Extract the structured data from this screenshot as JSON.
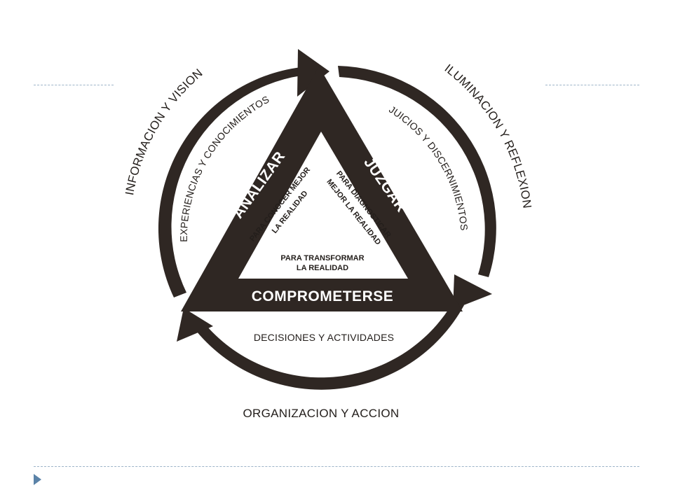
{
  "diagram": {
    "outer_labels": {
      "left": "INFORMACION Y VISION",
      "right": "ILUMINACION Y REFLEXION",
      "bottom": "ORGANIZACION Y ACCION"
    },
    "middle_labels": {
      "left": "EXPERIENCIAS Y CONOCIMIENTOS",
      "right": "JUICIOS Y DISCERNIMIENTOS",
      "bottom": "DECISIONES Y ACTIVIDADES"
    },
    "triangle_sides": {
      "left": "ANALIZAR",
      "right": "JUZGAR",
      "bottom": "COMPROMETERSE"
    },
    "inner_labels": {
      "left_line1": "PARA CONOCER MEJOR",
      "left_line2": "LA REALIDAD",
      "right_line1": "PARA DIAGNOSTICAR",
      "right_line2": "MEJOR LA REALIDAD",
      "bottom_line1": "PARA TRANSFORMAR",
      "bottom_line2": "LA REALIDAD"
    }
  }
}
